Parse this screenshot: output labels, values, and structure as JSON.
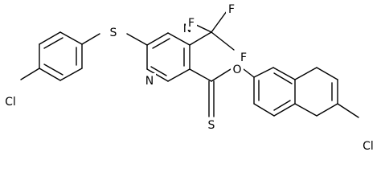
{
  "molecule": {
    "atoms": {
      "s_thioether": "S",
      "n_ring_top": "N",
      "n_ring_left": "N",
      "f_top": "F",
      "f_left": "F",
      "f_right": "F",
      "o_ester": "O",
      "s_thione": "S",
      "cl_left": "Cl",
      "cl_right": "Cl"
    }
  }
}
